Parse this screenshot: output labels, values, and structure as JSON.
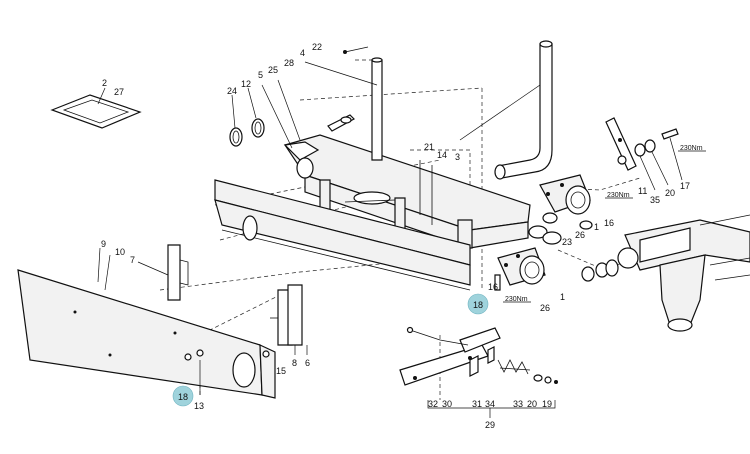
{
  "diagram": {
    "part_labels": [
      {
        "id": "p4",
        "text": "4"
      },
      {
        "id": "p22",
        "text": "22"
      },
      {
        "id": "p2",
        "text": "2"
      },
      {
        "id": "p27",
        "text": "27"
      },
      {
        "id": "p24",
        "text": "24"
      },
      {
        "id": "p12",
        "text": "12"
      },
      {
        "id": "p5",
        "text": "5"
      },
      {
        "id": "p25",
        "text": "25"
      },
      {
        "id": "p28",
        "text": "28"
      },
      {
        "id": "p3",
        "text": "3"
      },
      {
        "id": "p21",
        "text": "21"
      },
      {
        "id": "p14",
        "text": "14"
      },
      {
        "id": "p9",
        "text": "9"
      },
      {
        "id": "p10",
        "text": "10"
      },
      {
        "id": "p7",
        "text": "7"
      },
      {
        "id": "p26a",
        "text": "26"
      },
      {
        "id": "p1a",
        "text": "1"
      },
      {
        "id": "p23",
        "text": "23"
      },
      {
        "id": "p16a",
        "text": "16"
      },
      {
        "id": "p16b",
        "text": "16"
      },
      {
        "id": "p1b",
        "text": "1"
      },
      {
        "id": "p26b",
        "text": "26"
      },
      {
        "id": "p11",
        "text": "11"
      },
      {
        "id": "p35",
        "text": "35"
      },
      {
        "id": "p20a",
        "text": "20"
      },
      {
        "id": "p17",
        "text": "17"
      },
      {
        "id": "p15",
        "text": "15"
      },
      {
        "id": "p8",
        "text": "8"
      },
      {
        "id": "p6",
        "text": "6"
      },
      {
        "id": "p13",
        "text": "13"
      },
      {
        "id": "p32",
        "text": "32"
      },
      {
        "id": "p30",
        "text": "30"
      },
      {
        "id": "p31",
        "text": "31"
      },
      {
        "id": "p34",
        "text": "34"
      },
      {
        "id": "p33",
        "text": "33"
      },
      {
        "id": "p20b",
        "text": "20"
      },
      {
        "id": "p19",
        "text": "19"
      },
      {
        "id": "p29",
        "text": "29"
      }
    ],
    "torque_labels": [
      {
        "id": "tq1",
        "text": "230Nm"
      },
      {
        "id": "tq2",
        "text": "230Nm"
      },
      {
        "id": "tq3",
        "text": "230Nm"
      }
    ],
    "highlighted_labels": [
      {
        "id": "h18a",
        "text": "18"
      },
      {
        "id": "h18b",
        "text": "18"
      }
    ],
    "highlight_color": "#9fd3dc"
  }
}
